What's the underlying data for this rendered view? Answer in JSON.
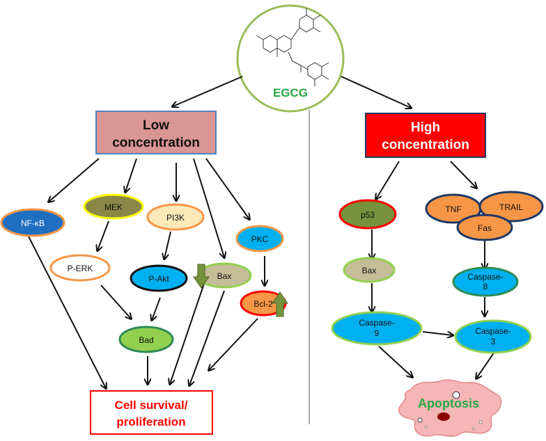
{
  "center": {
    "label": "EGCG"
  },
  "low": {
    "line1": "Low",
    "line2": "concentration"
  },
  "high": {
    "line1": "High",
    "line2": "concentration"
  },
  "nodes": {
    "nfkb": "NF-κB",
    "mek": "MEK",
    "pi3k": "PI3K",
    "pkc": "PKC",
    "perk": "P-ERK",
    "pakt": "P-Akt",
    "bax_low": "Bax",
    "bcl2": "Bcl-2",
    "bad": "Bad",
    "p53": "p53",
    "bax_high": "Bax",
    "tnf": "TNF",
    "trail": "TRAIL",
    "fas": "Fas",
    "casp8_a": "Caspase-",
    "casp8_b": "8",
    "casp9_a": "Caspase-",
    "casp9_b": "9",
    "casp3_a": "Caspase-",
    "casp3_b": "3"
  },
  "outcomes": {
    "survival_line1": "Cell survival/",
    "survival_line2": "proliferation",
    "apoptosis": "Apoptosis"
  },
  "colors": {
    "egcg_green": "#27a844",
    "circle_border": "#9bbb59",
    "low_fill": "#d99694",
    "low_border": "#4f81bd",
    "high_fill": "#ff0000",
    "survival_red": "#ff0000",
    "cyan": "#00b0f0",
    "light_green": "#92d050",
    "dark_navy": "#1f3864",
    "orange": "#f79646",
    "tan": "#c4bd97",
    "olive": "#76923c",
    "apoptosis_pink": "#f4b6b6"
  },
  "icons": {
    "down_arrow": "down-arrow-icon",
    "up_arrow": "up-arrow-icon",
    "molecule": "egcg-molecule-icon",
    "cell": "apoptotic-cell-icon"
  }
}
